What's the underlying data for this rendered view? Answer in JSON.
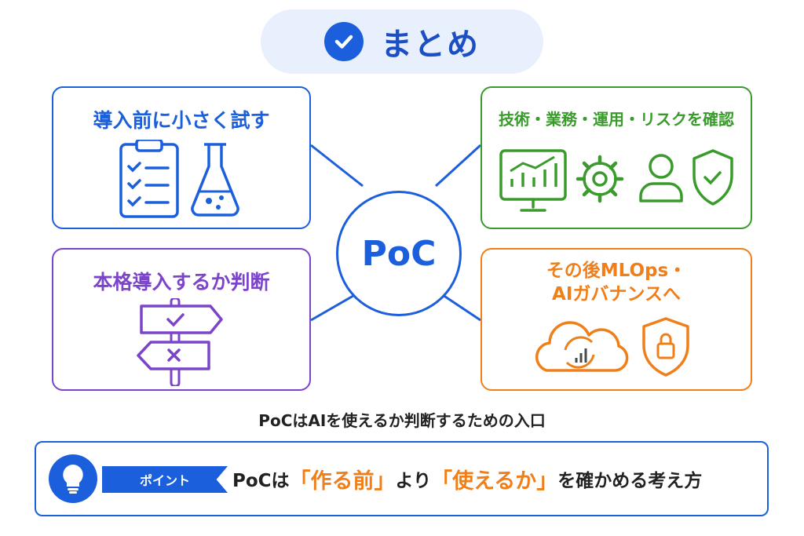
{
  "title": "まとめ",
  "center": "PoC",
  "cards": {
    "top_left": {
      "title": "導入前に小さく試す",
      "color": "#1c5fdc"
    },
    "bottom_left": {
      "title": "本格導入するか判断",
      "color": "#7b44c9"
    },
    "top_right": {
      "title": "技術・業務・運用・リスクを確認",
      "color": "#3a9b2c"
    },
    "bottom_right": {
      "title_line1": "その後MLOps・",
      "title_line2": "AIガバナンスへ",
      "color": "#f07f1a"
    }
  },
  "caption": "PoCはAIを使えるか判断するための入口",
  "point": {
    "tag": "ポイント",
    "text_part1": "PoCは",
    "highlight1": "「作る前」",
    "text_part2": "より",
    "highlight2": "「使えるか」",
    "text_part3": "を確かめる考え方"
  },
  "icons": [
    "check-circle-icon",
    "clipboard-checklist-icon",
    "flask-icon",
    "monitor-chart-icon",
    "gear-icon",
    "person-icon",
    "shield-check-icon",
    "signpost-icon",
    "cloud-cycle-icon",
    "shield-lock-icon",
    "lightbulb-icon"
  ]
}
